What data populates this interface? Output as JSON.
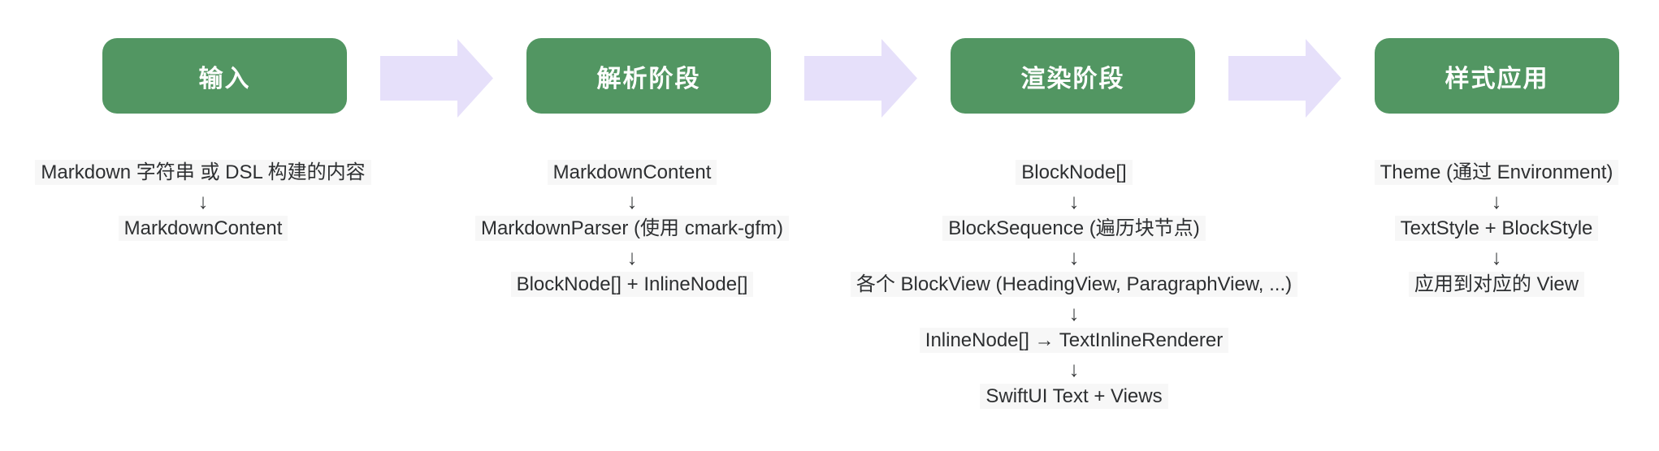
{
  "diagram": {
    "type": "pipeline-flow",
    "direction": "left-to-right"
  },
  "colors": {
    "stage_box_green": "#529662",
    "connector_arrow_lavender": "#e6e0fa",
    "flow_text_dark": "#2d2f31",
    "flow_line_highlight": "#f7f7f7",
    "stage_title_white": "#ffffff",
    "background": "#ffffff"
  },
  "glyphs": {
    "down_arrow": "↓"
  },
  "stages": [
    {
      "title": "输入",
      "flow": [
        "Markdown 字符串 或 DSL 构建的内容",
        "↓",
        "MarkdownContent"
      ]
    },
    {
      "title": "解析阶段",
      "flow": [
        "MarkdownContent",
        "↓",
        "MarkdownParser (使用 cmark-gfm)",
        "↓",
        "BlockNode[] + InlineNode[]"
      ]
    },
    {
      "title": "渲染阶段",
      "flow": [
        "BlockNode[]",
        "↓",
        "BlockSequence (遍历块节点)",
        "↓",
        "各个 BlockView (HeadingView, ParagraphView, ...)",
        "↓",
        "InlineNode[] → TextInlineRenderer",
        "↓",
        "SwiftUI Text + Views"
      ]
    },
    {
      "title": "样式应用",
      "flow": [
        "Theme (通过 Environment)",
        "↓",
        "TextStyle + BlockStyle",
        "↓",
        "应用到对应的 View"
      ]
    }
  ]
}
